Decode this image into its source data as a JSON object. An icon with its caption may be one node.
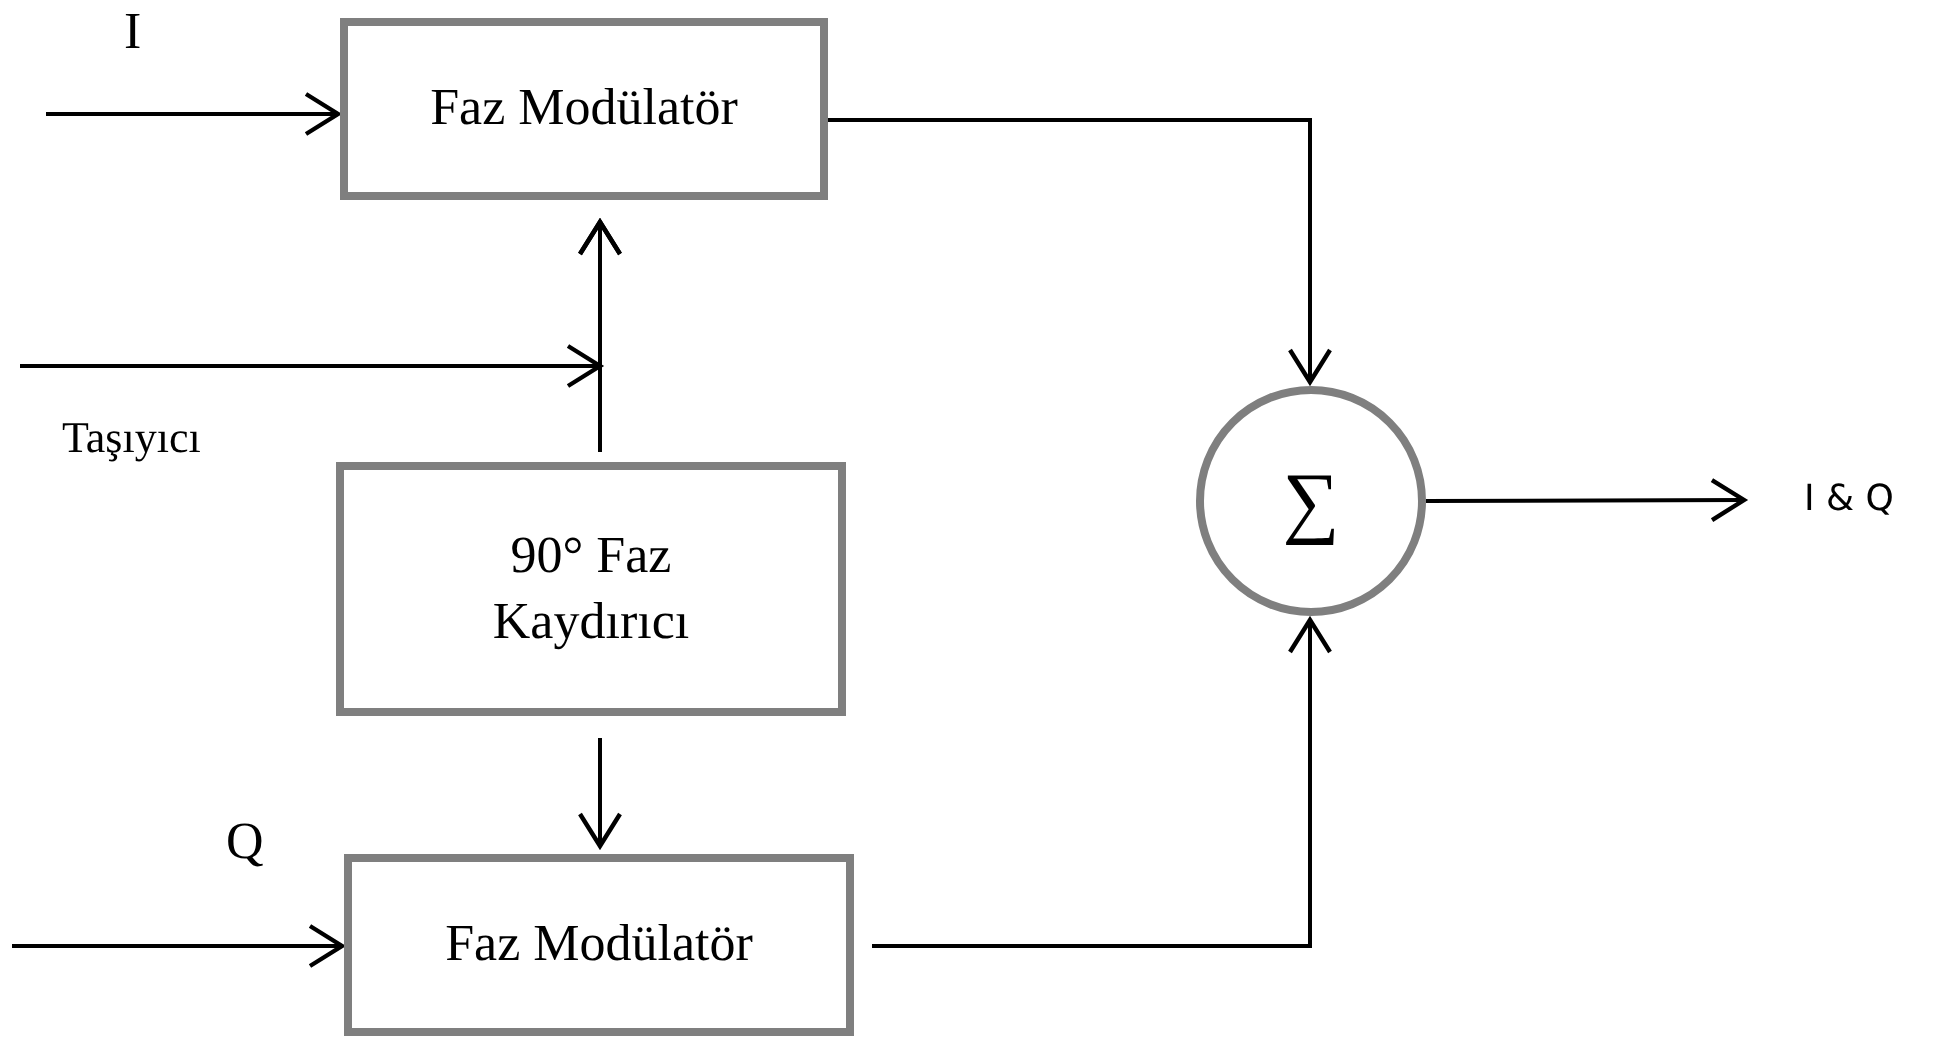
{
  "diagram": {
    "nodes": [
      {
        "text": [
          "Faz Modülatör"
        ]
      },
      {
        "text": [
          "90° Faz Kaydırıcı"
        ]
      },
      {
        "text": [
          "Faz Modülatör"
        ]
      },
      {
        "text": [
          "∑"
        ]
      },
      {
        "text": [
          "I & Q"
        ]
      }
    ],
    "edges": [
      {
        "from": null,
        "to": 0,
        "arrow": "to"
      },
      {
        "from": null,
        "to": 0,
        "arrow": "to"
      },
      {
        "from": 1,
        "to": 0,
        "arrow": "to"
      },
      {
        "from": 1,
        "to": 2,
        "arrow": "to"
      },
      {
        "from": null,
        "to": 2,
        "arrow": "to"
      },
      {
        "from": 0,
        "to": 3,
        "arrow": "to"
      },
      {
        "from": 2,
        "to": 3,
        "arrow": "to"
      },
      {
        "from": 3,
        "to": 4,
        "arrow": "to"
      }
    ],
    "labels": [
      "I",
      "Taşıyıcı",
      "Q"
    ]
  }
}
